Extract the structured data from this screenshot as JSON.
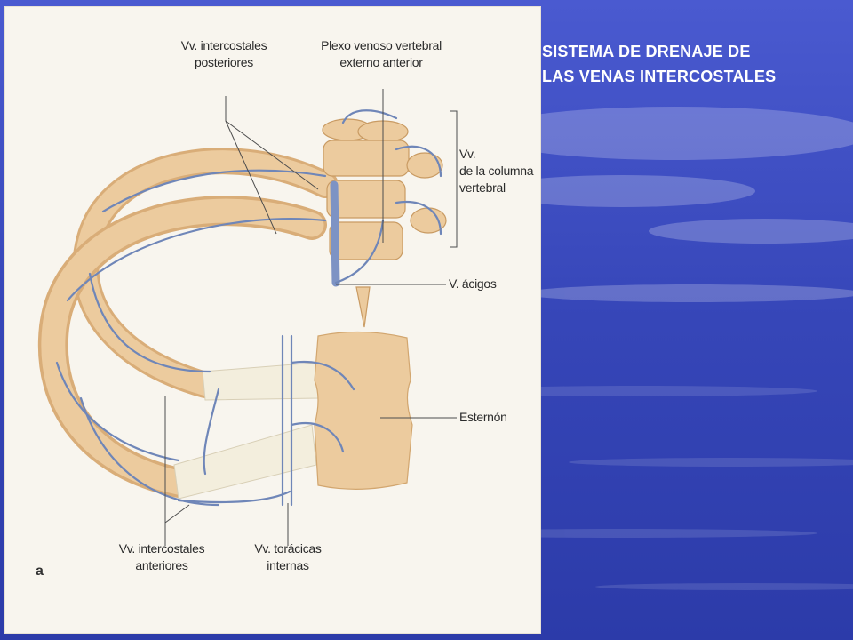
{
  "title_lines": [
    "SISTEMA DE DRENAJE DE",
    "LAS VENAS INTERCOSTALES"
  ],
  "figure": {
    "panel_letter": "a",
    "labels": {
      "posterior_intercostal_1": "Vv. intercostales",
      "posterior_intercostal_2": "posteriores",
      "vertebral_plexus_1": "Plexo venoso vertebral",
      "vertebral_plexus_2": "externo anterior",
      "column_veins_1": "Vv.",
      "column_veins_2": "de la columna",
      "column_veins_3": "vertebral",
      "azygos": "V. ácigos",
      "sternum": "Esternón",
      "anterior_intercostal_1": "Vv. intercostales",
      "anterior_intercostal_2": "anteriores",
      "internal_thoracic_1": "Vv. torácicas",
      "internal_thoracic_2": "internas"
    }
  },
  "colors": {
    "bone": "#eccb9e",
    "bone_shadow": "#d9ad78",
    "cartilage": "#f3eedd",
    "vein": "#6f86b8",
    "background_blue": "#3242b5"
  }
}
